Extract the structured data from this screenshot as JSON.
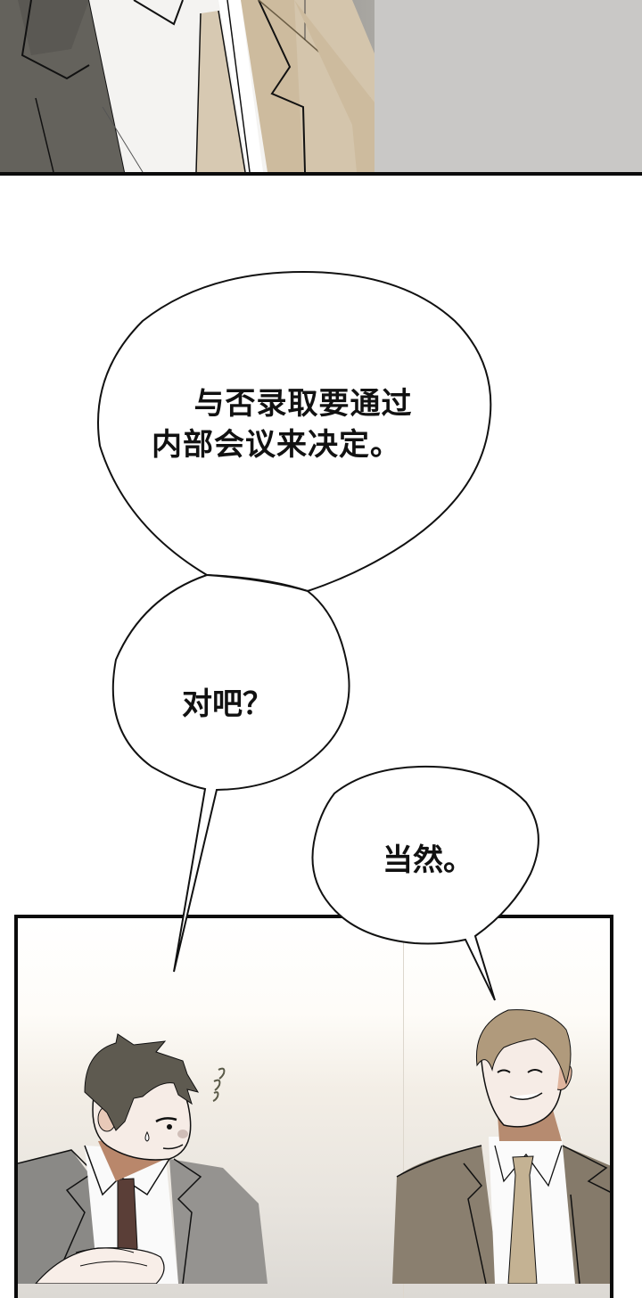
{
  "page": {
    "type": "webtoon-strip",
    "background": "#ffffff"
  },
  "panels": [
    {
      "id": "panel-top",
      "description": "Close-up of two men in suits: dark gray jacket on left, white shirt with beige tie, beige jacket on right, gray wall",
      "colors": {
        "dark_jacket": "#64625c",
        "shirt": "#f4f3f1",
        "tie": "#d7c9b2",
        "beige_jacket": "#cdbb9e",
        "wall": "#c6c5c3",
        "border": "#0b0b0b"
      }
    },
    {
      "id": "panel-bottom",
      "description": "Two office workers in suits; left man with dark hair, brown tie, sweat drop and squiggle marks, smiling nervously; right man with light brown hair, eyes closed, smiling, beige tie",
      "colors": {
        "left_jacket": "#8e8c88",
        "left_tie": "#5a3e37",
        "left_hair": "#5e5a50",
        "right_jacket": "#8a7f6f",
        "right_tie": "#c4b293",
        "right_hair": "#b09a7c",
        "skin": "#f6ece6",
        "border": "#0b0b0b"
      },
      "sfx": "squiggle-marks"
    }
  ],
  "bubbles": [
    {
      "id": "bubble-1",
      "lines": [
        "与否录取要通过",
        "内部会议来决定。"
      ]
    },
    {
      "id": "bubble-2",
      "text": "对吧？"
    },
    {
      "id": "bubble-3",
      "text": "当然。"
    }
  ]
}
